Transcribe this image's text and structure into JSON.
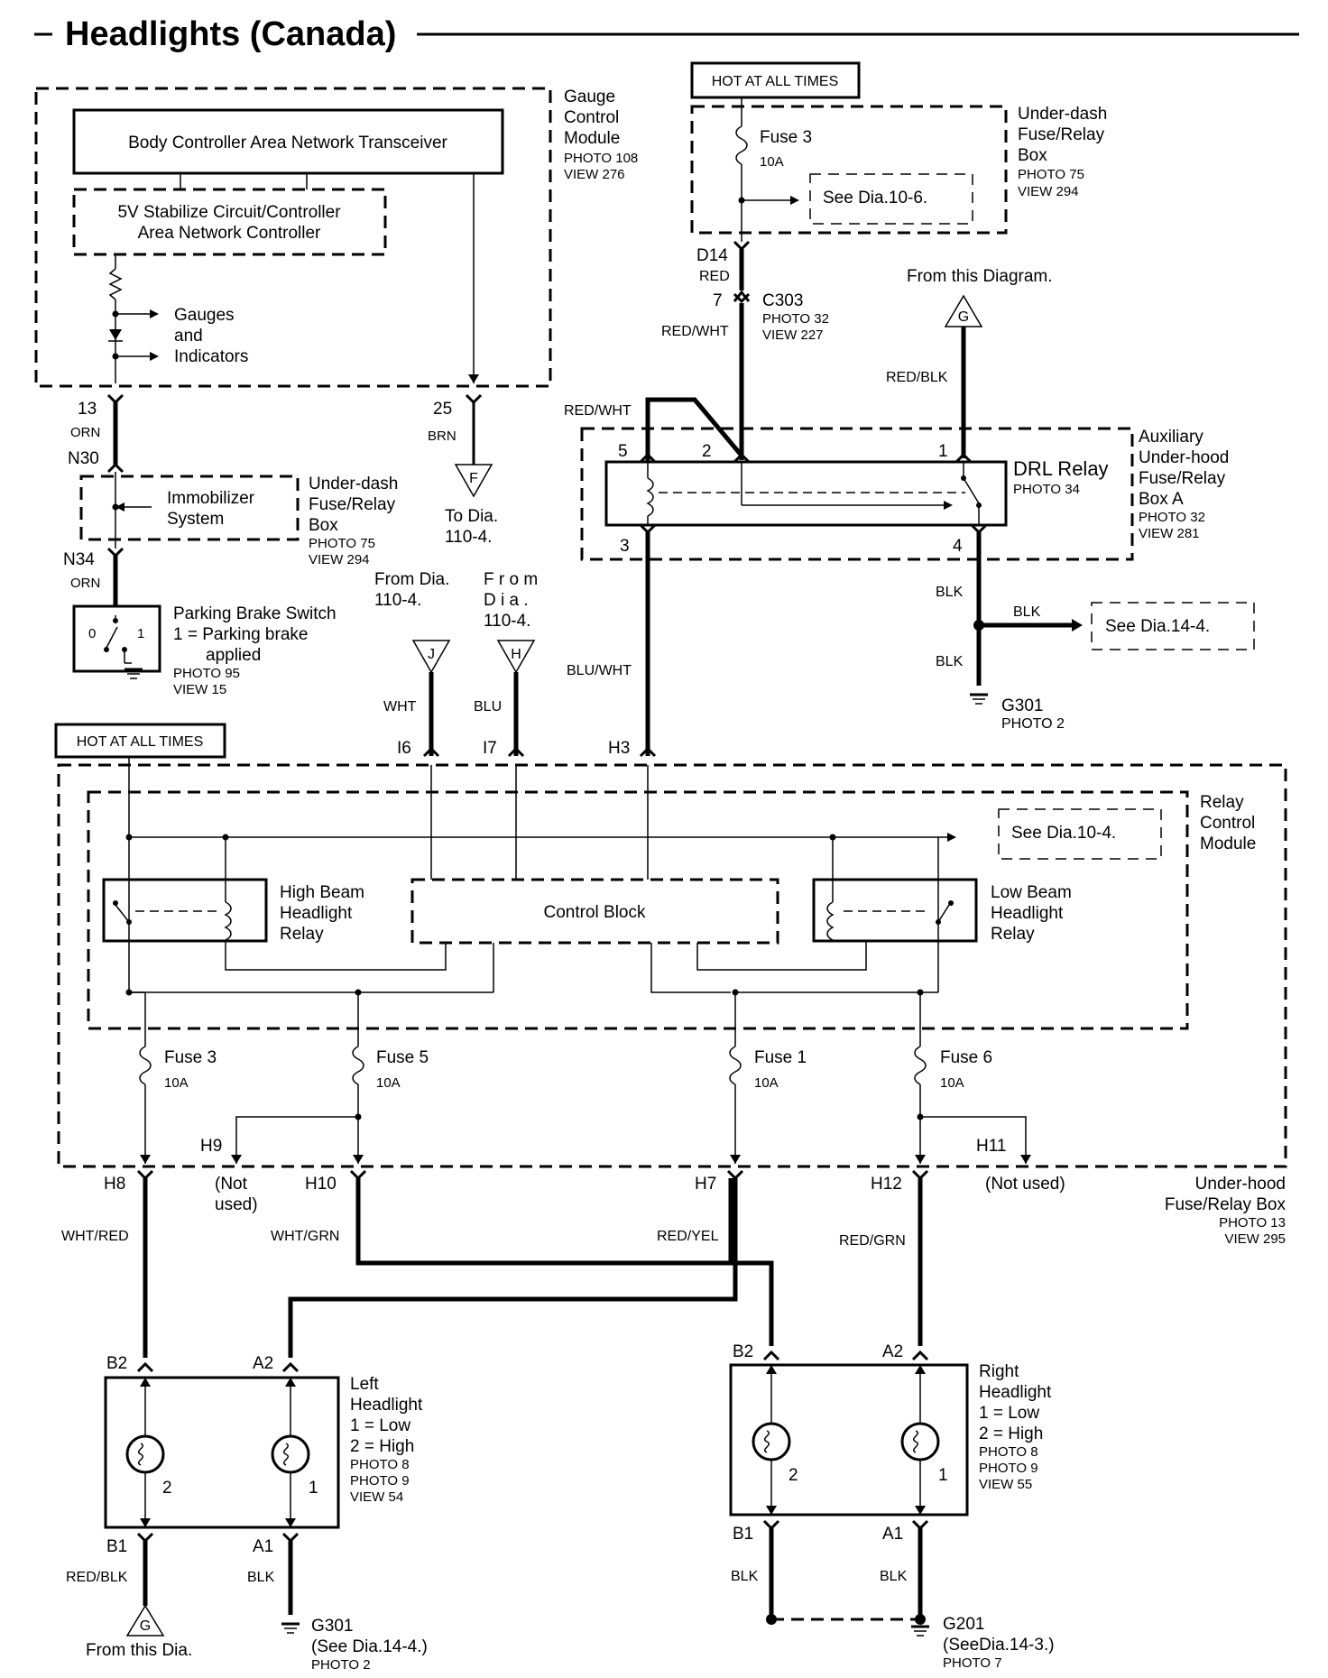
{
  "title": "Headlights (Canada)",
  "gauge_module": {
    "transceiver": "Body Controller Area Network Transceiver",
    "stabilize_line1": "5V Stabilize Circuit/Controller",
    "stabilize_line2": "Area Network Controller",
    "gauges": [
      "Gauges",
      "and",
      "Indicators"
    ],
    "label": [
      "Gauge",
      "Control",
      "Module"
    ],
    "photo": "PHOTO 108",
    "view": "VIEW 276"
  },
  "hot1": "HOT AT ALL TIMES",
  "hot2": "HOT AT ALL TIMES",
  "underdash_box": {
    "label": [
      "Under-dash",
      "Fuse/Relay",
      "Box"
    ],
    "photo": "PHOTO 75",
    "view": "VIEW 294",
    "fuse": "Fuse 3",
    "amps": "10A",
    "see": "See Dia.10-6."
  },
  "conn": {
    "d14": "D14",
    "red": "RED",
    "c303_pin": "7",
    "c303": "C303",
    "c303_photo": "PHOTO 32",
    "c303_view": "VIEW 227",
    "red_wht": "RED/WHT",
    "red_wht2": "RED/WHT",
    "red_blk": "RED/BLK",
    "from_this_diagram": "From this Diagram.",
    "g": "G"
  },
  "drl": {
    "pin5": "5",
    "pin2": "2",
    "pin1": "1",
    "pin3": "3",
    "pin4": "4",
    "name": "DRL Relay",
    "photo": "PHOTO 34",
    "aux_label": [
      "Auxiliary",
      "Under-hood",
      "Fuse/Relay",
      "Box A"
    ],
    "aux_photo": "PHOTO 32",
    "aux_view": "VIEW 281",
    "blk1": "BLK",
    "blk2": "BLK",
    "blk3": "BLK",
    "see": "See Dia.14-4.",
    "g301": "G301",
    "g301_photo": "PHOTO 2",
    "blu_wht": "BLU/WHT"
  },
  "left_chain": {
    "p13": "13",
    "orn1": "ORN",
    "n30": "N30",
    "immob": [
      "Immobilizer",
      "System"
    ],
    "ud_label": [
      "Under-dash",
      "Fuse/Relay",
      "Box"
    ],
    "ud_photo": "PHOTO 75",
    "ud_view": "VIEW 294",
    "n34": "N34",
    "orn2": "ORN",
    "pbs": [
      "Parking Brake Switch",
      "1 = Parking brake",
      "applied"
    ],
    "pbs_photo": "PHOTO 95",
    "pbs_view": "VIEW 15",
    "sw0": "0",
    "sw1": "1",
    "p25": "25",
    "brn": "BRN",
    "f": "F",
    "to_dia": [
      "To Dia.",
      "110-4."
    ]
  },
  "inputs": {
    "from1": [
      "From Dia.",
      "110-4."
    ],
    "from2": [
      "F r o m",
      "D i a .",
      "110-4."
    ],
    "j": "J",
    "h": "H",
    "wht": "WHT",
    "blu": "BLU",
    "i6": "I6",
    "i7": "I7",
    "h3": "H3"
  },
  "relay_module": {
    "label": [
      "Relay",
      "Control",
      "Module"
    ],
    "see": "See Dia.10-4.",
    "high": [
      "High Beam",
      "Headlight",
      "Relay"
    ],
    "control": "Control Block",
    "low": [
      "Low Beam",
      "Headlight",
      "Relay"
    ]
  },
  "fuses": [
    {
      "name": "Fuse 3",
      "amps": "10A"
    },
    {
      "name": "Fuse 5",
      "amps": "10A"
    },
    {
      "name": "Fuse 1",
      "amps": "10A"
    },
    {
      "name": "Fuse 6",
      "amps": "10A"
    }
  ],
  "underhood": {
    "h9": "H9",
    "h11": "H11",
    "h8": "H8",
    "h10": "H10",
    "h7": "H7",
    "h12": "H12",
    "not_used1": [
      "(Not",
      "used)"
    ],
    "not_used2": "(Not used)",
    "label": [
      "Under-hood",
      "Fuse/Relay Box"
    ],
    "photo": "PHOTO 13",
    "view": "VIEW 295"
  },
  "wires": {
    "wht_red": "WHT/RED",
    "wht_grn": "WHT/GRN",
    "red_yel": "RED/YEL",
    "red_grn": "RED/GRN"
  },
  "left_head": {
    "b2": "B2",
    "a2": "A2",
    "b1": "B1",
    "a1": "A1",
    "label": [
      "Left",
      "Headlight",
      "1 = Low",
      "2 = High"
    ],
    "photos": [
      "PHOTO 8",
      "PHOTO 9",
      "VIEW 54"
    ],
    "n2": "2",
    "n1": "1",
    "red_blk": "RED/BLK",
    "blk": "BLK",
    "g": "G",
    "from": "From this Dia.",
    "g301": "G301",
    "see": "(See Dia.14-4.)",
    "photo": "PHOTO 2"
  },
  "right_head": {
    "b2": "B2",
    "a2": "A2",
    "b1": "B1",
    "a1": "A1",
    "label": [
      "Right",
      "Headlight",
      "1 = Low",
      "2 = High"
    ],
    "photos": [
      "PHOTO 8",
      "PHOTO 9",
      "VIEW 55"
    ],
    "n2": "2",
    "n1": "1",
    "blk1": "BLK",
    "blk2": "BLK",
    "g201": "G201",
    "see": "(SeeDia.14-3.)",
    "photo": "PHOTO 7"
  }
}
